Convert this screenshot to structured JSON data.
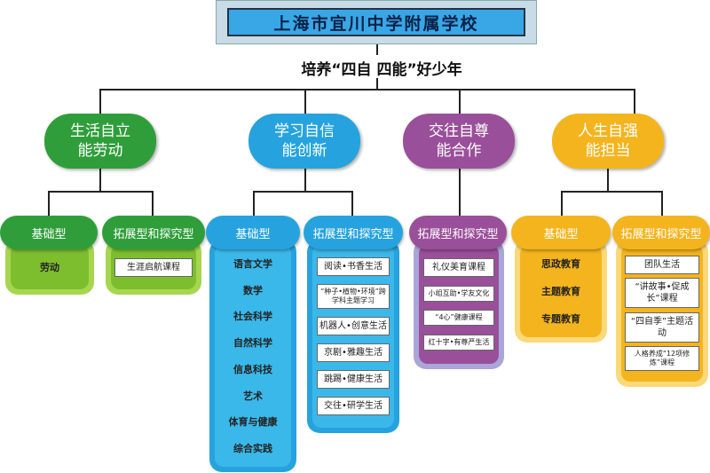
{
  "title": "上海市宜川中学附属学校",
  "subtitle": "培养“四自 四能”好少年",
  "branches": [
    {
      "name": "生活自立\n能劳动",
      "color": "#2f9e3a",
      "groups": [
        {
          "label": "基础型",
          "items": [
            "劳动"
          ]
        },
        {
          "label": "拓展型和探究型",
          "items": [
            "生涯启航课程"
          ]
        }
      ]
    },
    {
      "name": "学习自信\n能创新",
      "color": "#26a3de",
      "groups": [
        {
          "label": "基础型",
          "items": [
            "语言文学",
            "数学",
            "社会科学",
            "自然科学",
            "信息科技",
            "艺术",
            "体育与健康",
            "综合实践"
          ]
        },
        {
          "label": "拓展型和探究型",
          "items": [
            "阅读•书香生活",
            "“种子•植物•环境”跨学科主题学习",
            "机器人•创意生活",
            "京剧•雅趣生活",
            "跳踢•健康生活",
            "交往•研学生活"
          ]
        }
      ]
    },
    {
      "name": "交往自尊\n能合作",
      "color": "#9a4f9a",
      "groups": [
        {
          "label": "拓展型和探究型",
          "items": [
            "礼仪美育课程",
            "小组互助•学友文化",
            "“4心”健康课程",
            "红十字•有尊严生活"
          ]
        }
      ]
    },
    {
      "name": "人生自强\n能担当",
      "color": "#f4b41e",
      "groups": [
        {
          "label": "基础型",
          "items": [
            "思政教育",
            "主题教育",
            "专题教育"
          ]
        },
        {
          "label": "拓展型和探究型",
          "items": [
            "团队生活",
            "“讲故事•促成长”课程",
            "“四自季”主题活动",
            "人格养成“12项修炼”课程"
          ]
        }
      ]
    }
  ]
}
